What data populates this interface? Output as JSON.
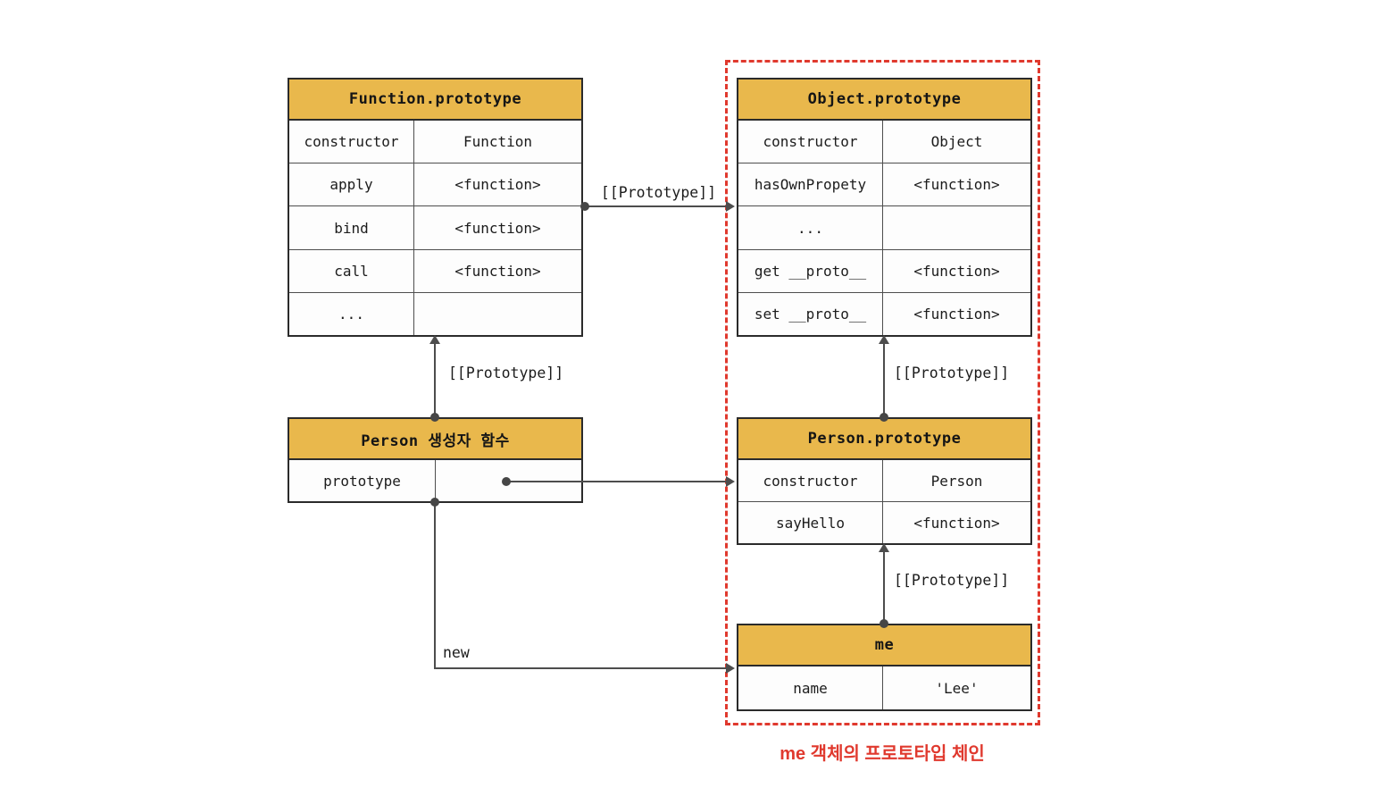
{
  "tables": {
    "function_prototype": {
      "title": "Function.prototype",
      "rows": [
        {
          "key": "constructor",
          "value": "Function"
        },
        {
          "key": "apply",
          "value": "<function>"
        },
        {
          "key": "bind",
          "value": "<function>"
        },
        {
          "key": "call",
          "value": "<function>"
        },
        {
          "key": "...",
          "value": ""
        }
      ]
    },
    "object_prototype": {
      "title": "Object.prototype",
      "rows": [
        {
          "key": "constructor",
          "value": "Object"
        },
        {
          "key": "hasOwnPropety",
          "value": "<function>"
        },
        {
          "key": "...",
          "value": ""
        },
        {
          "key": "get __proto__",
          "value": "<function>"
        },
        {
          "key": "set __proto__",
          "value": "<function>"
        }
      ]
    },
    "person_constructor": {
      "title": "Person 생성자 함수",
      "rows": [
        {
          "key": "prototype",
          "value": ""
        }
      ]
    },
    "person_prototype": {
      "title": "Person.prototype",
      "rows": [
        {
          "key": "constructor",
          "value": "Person"
        },
        {
          "key": "sayHello",
          "value": "<function>"
        }
      ]
    },
    "me": {
      "title": "me",
      "rows": [
        {
          "key": "name",
          "value": "'Lee'"
        }
      ]
    }
  },
  "links": {
    "fn_to_obj": "[[Prototype]]",
    "person_to_fn": "[[Prototype]]",
    "personproto_to_obj": "[[Prototype]]",
    "me_to_personproto": "[[Prototype]]",
    "new_operator": "new"
  },
  "caption": "me 객체의 프로토타입 체인",
  "colors": {
    "header_bg": "#E9B84C",
    "accent_red": "#E0392E",
    "line": "#4d4d4d",
    "border": "#2b2b2b"
  }
}
